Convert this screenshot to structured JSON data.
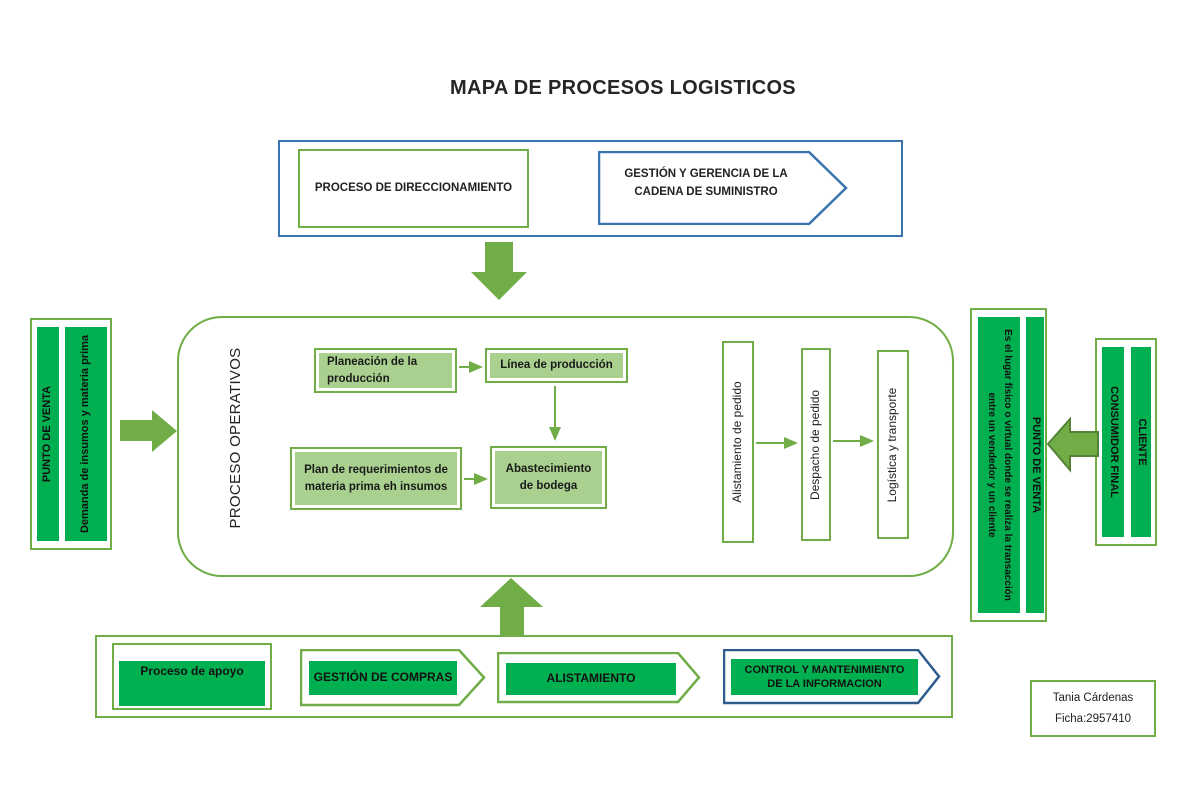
{
  "title": "MAPA DE PROCESOS LOGISTICOS",
  "colors": {
    "green_fill": "#00b050",
    "green_medium": "#70ad47",
    "green_light": "#a9d08e",
    "green_dark": "#548235",
    "blue_frame": "#3a73ad",
    "blue_dark": "#2e5c8f"
  },
  "top": {
    "direccionamiento": "PROCESO DE DIRECCIONAMIENTO",
    "cadena_suministro": "GESTIÓN Y GERENCIA DE LA CADENA DE SUMINISTRO"
  },
  "operativos": {
    "label": "PROCESO OPERATIVOS",
    "planeacion": "Planeación de la producción",
    "linea_produccion": "Línea de producción",
    "plan_requerimientos": "Plan de requerimientos de materia prima eh insumos",
    "abastecimiento": "Abastecimiento de bodega",
    "alistamiento_pedido": "Alistamiento de pedido",
    "despacho_pedido": "Despacho de pedido",
    "logistica_transporte": "Logística y transporte"
  },
  "izquierda": {
    "punto_de_venta": "PUNTO DE VENTA",
    "demanda": "Demanda de insumos y materia prima"
  },
  "derecha": {
    "descripcion": "Es el lugar físico o virtual donde se realiza la transacción entre un vendedor y un cliente",
    "punto_de_venta": "PUNTO DE VENTA"
  },
  "cliente": {
    "consumidor_final": "CONSUMIDOR FINAL",
    "cliente": "CLIENTE"
  },
  "apoyo": {
    "proceso_apoyo": "Proceso de apoyo",
    "gestion_compras": "GESTIÓN DE COMPRAS",
    "alistamiento": "ALISTAMIENTO",
    "control_informacion": "CONTROL Y MANTENIMIENTO DE LA INFORMACION"
  },
  "credito": {
    "nombre": "Tania Cárdenas",
    "ficha": "Ficha:2957410"
  }
}
